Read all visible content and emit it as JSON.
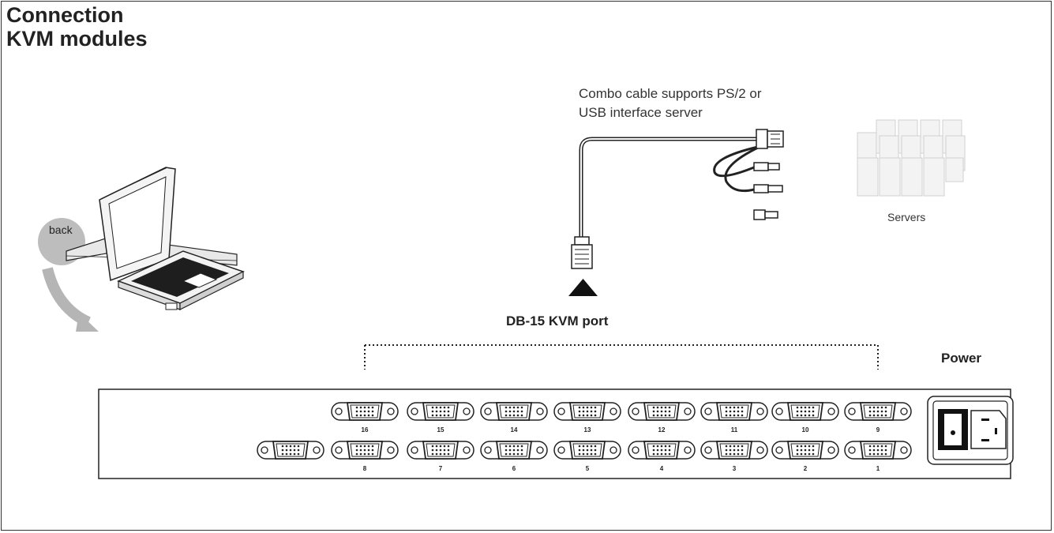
{
  "title": {
    "line1": "Connection",
    "line2": "KVM modules"
  },
  "labels": {
    "cable_caption_line1": "Combo cable supports PS/2 or",
    "cable_caption_line2": "USB interface server",
    "servers": "Servers",
    "back": "back",
    "kvm_port": "DB-15 KVM port",
    "power": "Power"
  },
  "ports": {
    "top_row": [
      "16",
      "15",
      "14",
      "13",
      "12",
      "11",
      "10",
      "9"
    ],
    "bottom_row": [
      "8",
      "7",
      "6",
      "5",
      "4",
      "3",
      "2",
      "1"
    ]
  }
}
